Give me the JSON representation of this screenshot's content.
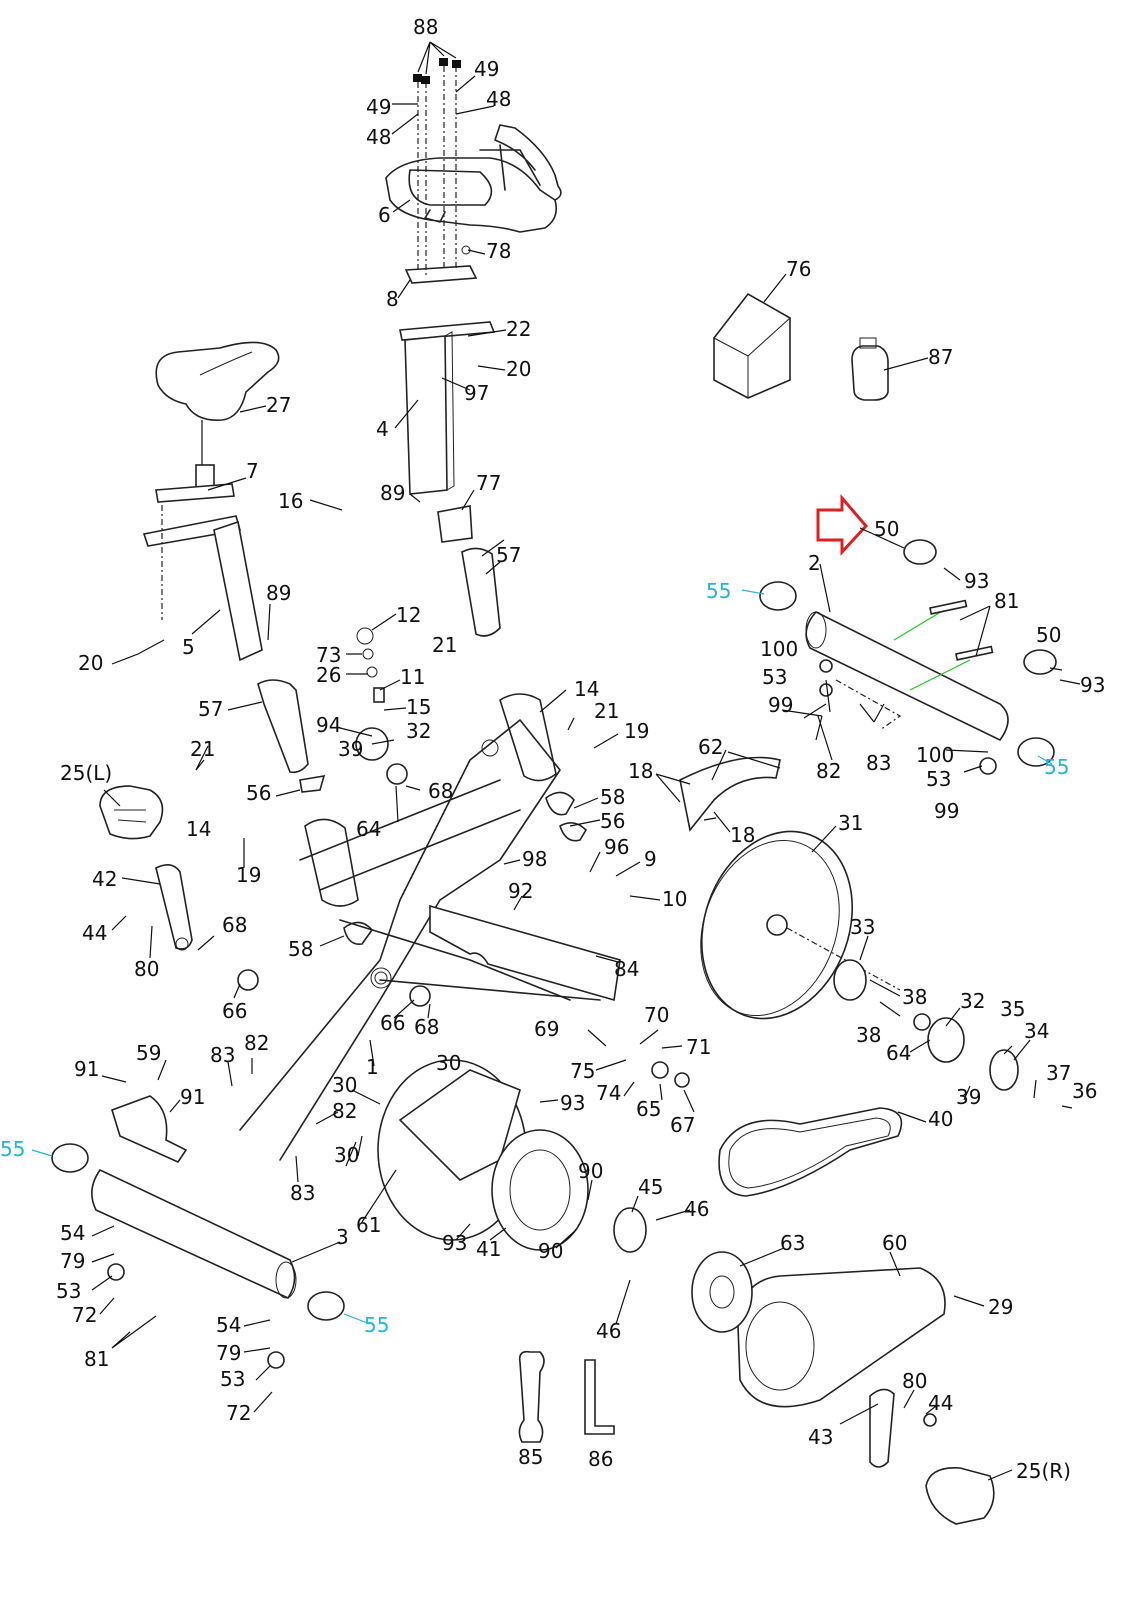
{
  "colors": {
    "line": "#222222",
    "highlight_label": "#1fb6d9",
    "callout_arrow": "#e02020",
    "axis_line": "#23c623"
  },
  "labels": {
    "p88": "88",
    "p49a": "49",
    "p49b": "49",
    "p48a": "48",
    "p48b": "48",
    "p6": "6",
    "p78": "78",
    "p8": "8",
    "p22": "22",
    "p20a": "20",
    "p97": "97",
    "p4": "4",
    "p76": "76",
    "p87": "87",
    "p27": "27",
    "p7": "7",
    "p89a": "89",
    "p77": "77",
    "p16": "16",
    "p50a": "50",
    "p2": "2",
    "p55a": "55",
    "p93a": "93",
    "p81a": "81",
    "p5": "5",
    "p89b": "89",
    "p57a": "57",
    "p12": "12",
    "p73": "73",
    "p26": "26",
    "p11": "11",
    "p20b": "20",
    "p57b": "57",
    "p21a": "21",
    "p15": "15",
    "p100a": "100",
    "p53a": "53",
    "p50b": "50",
    "p93b": "93",
    "p94": "94",
    "p14a": "14",
    "p21b": "21",
    "p39a": "39",
    "p32a": "32",
    "p19a": "19",
    "p99a": "99",
    "p25L": "25(L)",
    "p21c": "21",
    "p62": "62",
    "p82a": "82",
    "p83a": "83",
    "p100b": "100",
    "p55b": "55",
    "p53b": "53",
    "p56a": "56",
    "p68a": "68",
    "p18a": "18",
    "p58a": "58",
    "p14b": "14",
    "p64a": "64",
    "p99b": "99",
    "p56b": "56",
    "p18b": "18",
    "p31": "31",
    "p19b": "19",
    "p96": "96",
    "p98": "98",
    "p9": "9",
    "p42": "42",
    "p92": "92",
    "p10": "10",
    "p33": "33",
    "p44a": "44",
    "p68b": "68",
    "p80a": "80",
    "p84": "84",
    "p58b": "58",
    "p38a": "38",
    "p66a": "66",
    "p66b": "66",
    "p68c": "68",
    "p70": "70",
    "p32b": "32",
    "p35": "35",
    "p34": "34",
    "p38b": "38",
    "p69": "69",
    "p71": "71",
    "p1": "1",
    "p64b": "64",
    "p59": "59",
    "p83b": "83",
    "p82b": "82",
    "p91a": "91",
    "p30a": "30",
    "p75": "75",
    "p37": "37",
    "p74": "74",
    "p36": "36",
    "p30b": "30",
    "p91b": "91",
    "p93c": "93",
    "p39b": "39",
    "p65": "65",
    "p67": "67",
    "p40": "40",
    "p55c": "55",
    "p82c": "82",
    "p30c": "30",
    "p83c": "83",
    "p90a": "90",
    "p45": "45",
    "p46a": "46",
    "p54a": "54",
    "p61": "61",
    "p93d": "93",
    "p41": "41",
    "p90b": "90",
    "p63": "63",
    "p60": "60",
    "p79a": "79",
    "p3": "3",
    "p53c": "53",
    "p72a": "72",
    "p29": "29",
    "p55d": "55",
    "p54b": "54",
    "p46b": "46",
    "p81b": "81",
    "p79b": "79",
    "p53d": "53",
    "p80b": "80",
    "p44b": "44",
    "p72b": "72",
    "p43": "43",
    "p85": "85",
    "p86": "86",
    "p25R": "25(R)"
  }
}
